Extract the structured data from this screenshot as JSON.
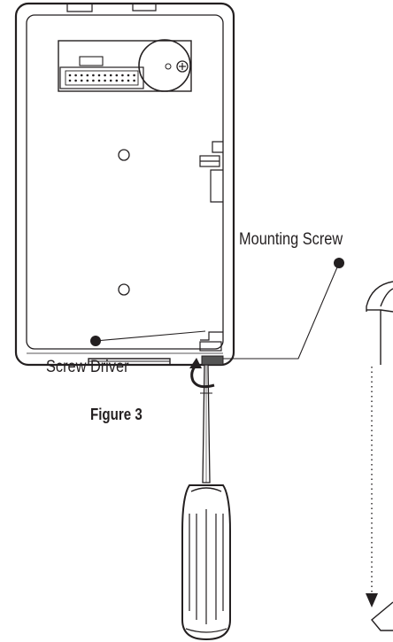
{
  "labels": {
    "mounting_screw": "Mounting Screw",
    "screw_driver": "Screw Driver",
    "figure": "Figure 3"
  },
  "colors": {
    "ink": "#231f20",
    "background": "#ffffff"
  }
}
